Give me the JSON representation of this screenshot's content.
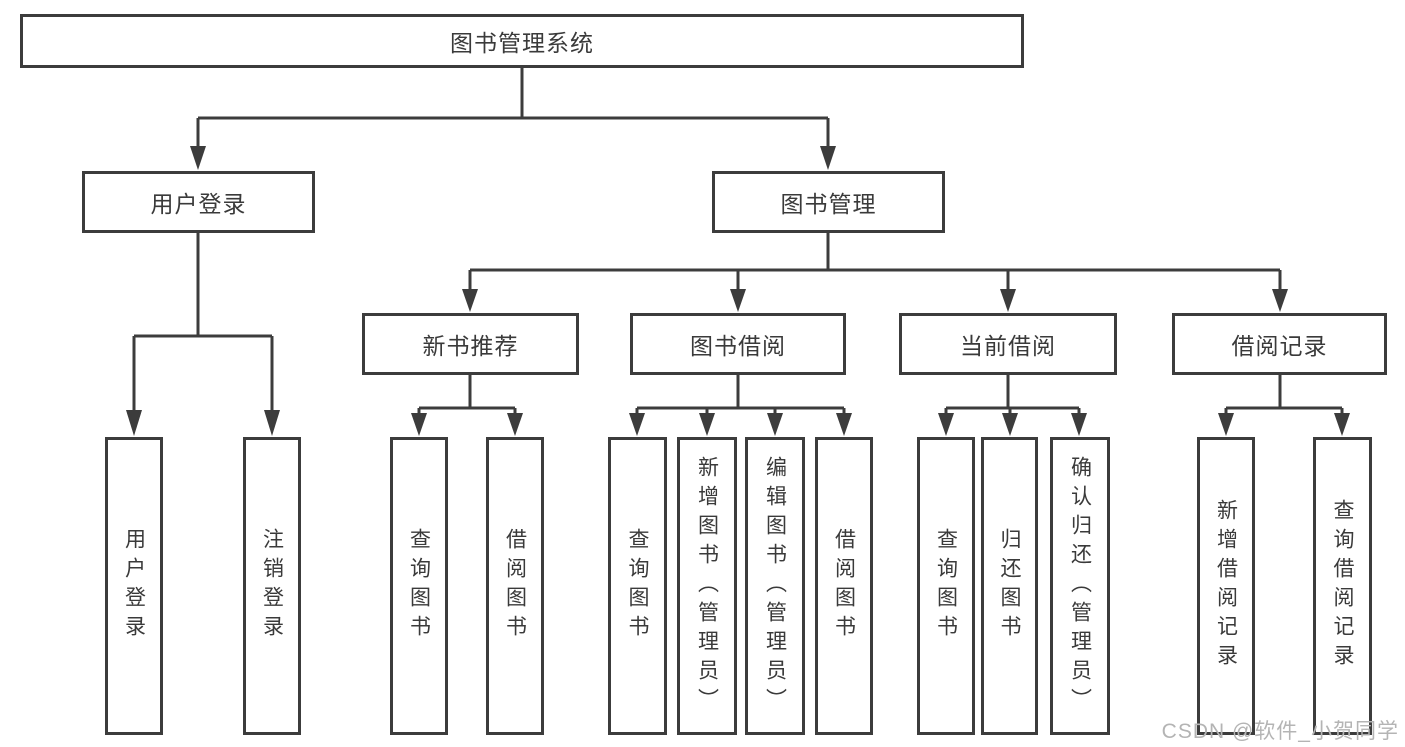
{
  "diagram": {
    "root": {
      "label": "图书管理系统"
    },
    "user_login": {
      "label": "用户登录",
      "children": [
        {
          "label": "用户登录"
        },
        {
          "label": "注销登录"
        }
      ]
    },
    "book_management": {
      "label": "图书管理",
      "sections": [
        {
          "label": "新书推荐",
          "children": [
            {
              "label": "查询图书"
            },
            {
              "label": "借阅图书"
            }
          ]
        },
        {
          "label": "图书借阅",
          "children": [
            {
              "label": "查询图书"
            },
            {
              "label": "新增图书（管理员）"
            },
            {
              "label": "编辑图书（管理员）"
            },
            {
              "label": "借阅图书"
            }
          ]
        },
        {
          "label": "当前借阅",
          "children": [
            {
              "label": "查询图书"
            },
            {
              "label": "归还图书"
            },
            {
              "label": "确认归还（管理员）"
            }
          ]
        },
        {
          "label": "借阅记录",
          "children": [
            {
              "label": "新增借阅记录"
            },
            {
              "label": "查询借阅记录"
            }
          ]
        }
      ]
    },
    "watermark": "CSDN @软件_小贺同学",
    "colors": {
      "line": "#3c3c3c",
      "box_border": "#3c3c3c",
      "text": "#3a3a3a",
      "watermark": "#b4b4b4",
      "background": "#ffffff"
    }
  }
}
